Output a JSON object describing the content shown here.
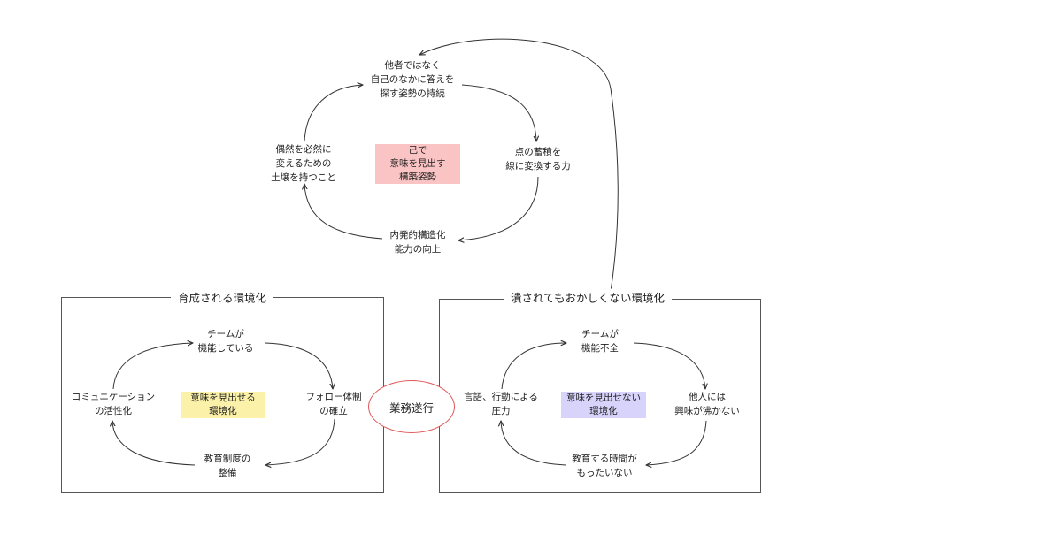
{
  "top_cycle": {
    "center": "己で\n意味を見出す\n構築姿勢",
    "node_top": "他者ではなく\n自己のなかに答えを\n探す姿勢の持続",
    "node_right": "点の蓄積を\n線に変換する力",
    "node_bottom": "内発的構造化\n能力の向上",
    "node_left": "偶然を必然に\n変えるための\n土壌を持つこと"
  },
  "left_panel": {
    "title": "育成される環境化",
    "center": "意味を見出せる\n環境化",
    "node_top": "チームが\n機能している",
    "node_right": "フォロー体制\nの確立",
    "node_bottom": "教育制度の\n整備",
    "node_left": "コミュニケーション\nの活性化"
  },
  "right_panel": {
    "title": "潰されてもおかしくない環境化",
    "center": "意味を見出せない\n環境化",
    "node_top": "チームが\n機能不全",
    "node_right": "他人には\n興味が沸かない",
    "node_bottom": "教育する時間が\nもったいない",
    "node_left": "言語、行動による\n圧力"
  },
  "task": {
    "label": "業務遂行"
  },
  "colors": {
    "top_highlight": "#fbc4c4",
    "left_highlight": "#fbf1a9",
    "right_highlight": "#d8d3fb",
    "task_border": "#e05858",
    "line": "#333333"
  }
}
